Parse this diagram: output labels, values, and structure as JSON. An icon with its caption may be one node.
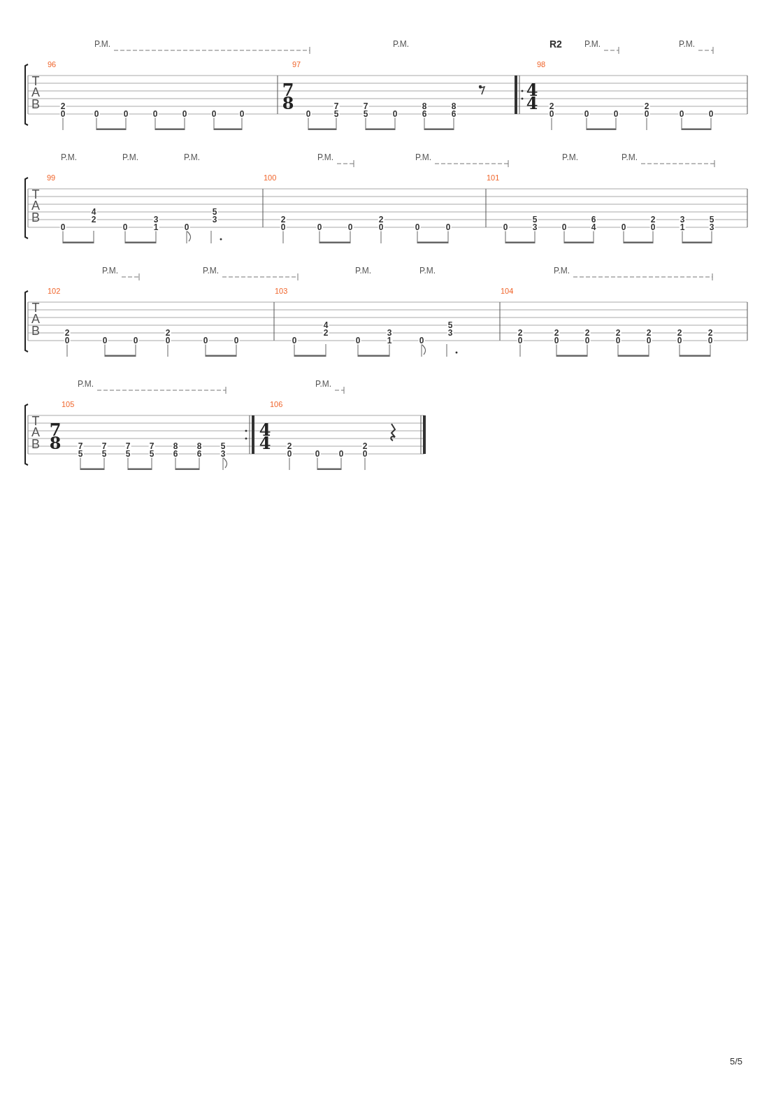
{
  "diagram": {
    "labels": [
      "P.M.",
      "P.M.",
      "R2",
      "P.M.",
      "P.M.",
      "96",
      "T",
      "A",
      "B",
      "2",
      "0",
      "0",
      "0",
      "0",
      "0",
      "0",
      "0",
      "97",
      "7",
      "8",
      "0",
      "7",
      "5",
      "7",
      "5",
      "0",
      "8",
      "6",
      "8",
      "6",
      "98",
      "4",
      "4",
      "2",
      "0",
      "0",
      "0",
      "2",
      "0",
      "0",
      "0",
      "P.M.",
      "P.M.",
      "P.M.",
      "P.M.",
      "P.M.",
      "P.M.",
      "P.M.",
      "99",
      "T",
      "A",
      "B",
      "0",
      "4",
      "2",
      "0",
      "3",
      "1",
      "0",
      "5",
      "3",
      "100",
      "2",
      "0",
      "0",
      "0",
      "2",
      "0",
      "0",
      "0",
      "101",
      "0",
      "5",
      "3",
      "0",
      "6",
      "4",
      "0",
      "2",
      "0",
      "3",
      "1",
      "5",
      "3",
      "P.M.",
      "P.M.",
      "P.M.",
      "P.M.",
      "P.M.",
      "102",
      "T",
      "A",
      "B",
      "2",
      "0",
      "0",
      "0",
      "2",
      "0",
      "0",
      "0",
      "103",
      "0",
      "4",
      "2",
      "0",
      "3",
      "1",
      "0",
      "5",
      "3",
      "104",
      "2",
      "0",
      "2",
      "0",
      "2",
      "0",
      "2",
      "0",
      "2",
      "0",
      "2",
      "0",
      "2",
      "0",
      "P.M.",
      "P.M.",
      "105",
      "T",
      "A",
      "B",
      "7",
      "8",
      "7",
      "5",
      "7",
      "5",
      "7",
      "5",
      "7",
      "5",
      "8",
      "6",
      "8",
      "6",
      "5",
      "3",
      "106",
      "4",
      "4",
      "2",
      "0",
      "0",
      "0",
      "2",
      "0",
      "5/5"
    ]
  }
}
